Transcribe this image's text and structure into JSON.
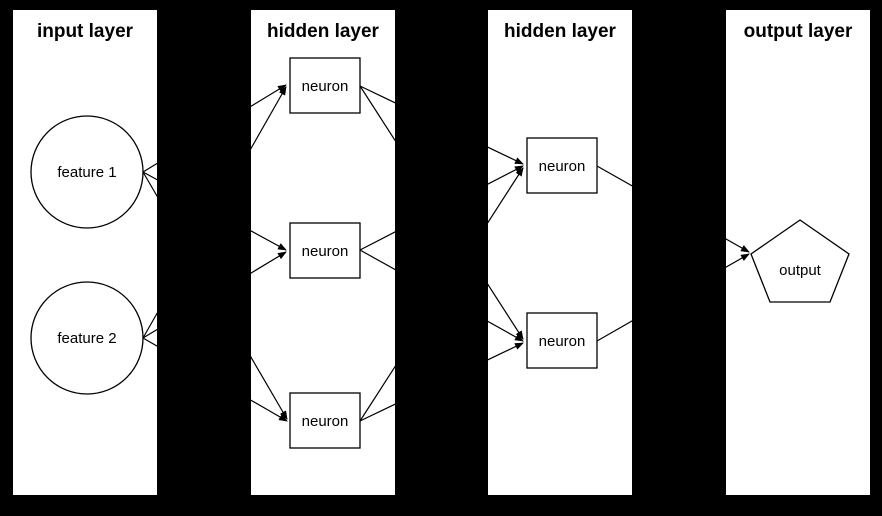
{
  "diagram": {
    "type": "neural-network-architecture",
    "background_color": "#000000",
    "panel_color": "#ffffff",
    "stroke_color": "#000000",
    "layers": [
      {
        "title": "input layer",
        "nodes": [
          {
            "label": "feature 1",
            "shape": "circle"
          },
          {
            "label": "feature 2",
            "shape": "circle"
          }
        ]
      },
      {
        "title": "hidden layer",
        "nodes": [
          {
            "label": "neuron",
            "shape": "rect"
          },
          {
            "label": "neuron",
            "shape": "rect"
          },
          {
            "label": "neuron",
            "shape": "rect"
          }
        ]
      },
      {
        "title": "hidden layer",
        "nodes": [
          {
            "label": "neuron",
            "shape": "rect"
          },
          {
            "label": "neuron",
            "shape": "rect"
          }
        ]
      },
      {
        "title": "output layer",
        "nodes": [
          {
            "label": "output",
            "shape": "pentagon"
          }
        ]
      }
    ],
    "connections": [
      {
        "from": "feature 1",
        "to": "hidden1 neuron 1"
      },
      {
        "from": "feature 1",
        "to": "hidden1 neuron 2"
      },
      {
        "from": "feature 1",
        "to": "hidden1 neuron 3"
      },
      {
        "from": "feature 2",
        "to": "hidden1 neuron 1"
      },
      {
        "from": "feature 2",
        "to": "hidden1 neuron 2"
      },
      {
        "from": "feature 2",
        "to": "hidden1 neuron 3"
      },
      {
        "from": "hidden1 neuron 1",
        "to": "hidden2 neuron 1"
      },
      {
        "from": "hidden1 neuron 1",
        "to": "hidden2 neuron 2"
      },
      {
        "from": "hidden1 neuron 2",
        "to": "hidden2 neuron 1"
      },
      {
        "from": "hidden1 neuron 2",
        "to": "hidden2 neuron 2"
      },
      {
        "from": "hidden1 neuron 3",
        "to": "hidden2 neuron 1"
      },
      {
        "from": "hidden1 neuron 3",
        "to": "hidden2 neuron 2"
      },
      {
        "from": "hidden2 neuron 1",
        "to": "output"
      },
      {
        "from": "hidden2 neuron 2",
        "to": "output"
      }
    ]
  }
}
